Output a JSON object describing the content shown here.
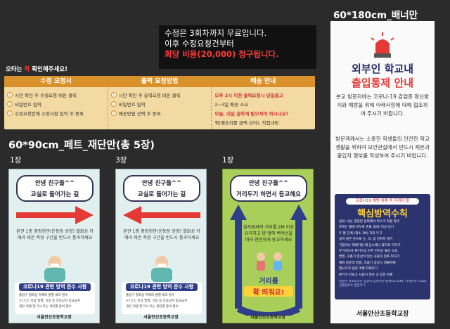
{
  "notice": {
    "line1": "수정은 3회차까지 무료입니다.",
    "line2": "이후 수정요청건부터",
    "line3": "회당 비용(20,000) 청구됩니다."
  },
  "warning": {
    "pre": "오타는 ",
    "key": "꼭",
    "post": " 확인해주세요!"
  },
  "order_strip": {
    "headers": [
      "수정 요청시",
      "출력 요청방법",
      "배송 안내"
    ],
    "col1": [
      "시안 확인 후 수정요청 버튼 클릭",
      "비밀번호 입력",
      "수정요청칸에 수정사항 입력 후 등록"
    ],
    "col2": [
      "시안 확인 후 출력요청 버튼 클릭",
      "비밀번호 입력",
      "배송방법 선택 후 등록"
    ],
    "col3": [
      "오후 2시 이전 출력요청시 당일출고",
      "2~3일 배송 소요",
      "오늘, 내일 급하게 받으셔야 하시나요?",
      "퀵(배송지를 금액 상이), 직접내방"
    ]
  },
  "section": {
    "title": "60*90cm_페트_재단만(총 5장)"
  },
  "posters": [
    {
      "qty": "1장",
      "bubble1": "안녕 친구들^^",
      "bubble2": "교실로 들어가는 길",
      "body": "본관 1층 중앙현관(운동장 방향) 열화상 카메라 체온 측정 구간을 반드시 통과하세요",
      "rule": "코로나19 관련 방역 준수 사항",
      "item1": "출입구 열화상 카메라 발열 체크 필수",
      "item2": "37.5℃ 이상 발열, 기침 등 유증상자 등교금지",
      "item3": "개인 위생 및 마스크는 개인별 준비 필수",
      "school": "서울안산초등학교장"
    },
    {
      "qty": "3장",
      "bubble1": "안녕 친구들^^",
      "bubble2": "교실로 들어가는 길",
      "body": "본관 1층 중앙현관(운동장 방향) 열화상 카메라 체온 측정 구간을 반드시 통과하세요",
      "rule": "코로나19 관련 방역 준수 사항",
      "item1": "출입구 열화상 카메라 발열 체크 필수",
      "item2": "37.5℃ 이상 발열, 기침 등 유증상자 등교금지",
      "item3": "개인 위생 및 마스크는 개인별 준비 필수",
      "school": "서울안산초등학교장"
    },
    {
      "qty": "1장",
      "bubble1": "안녕 친구들^^",
      "bubble2": "거리두기 하면서 등교해요",
      "body": "앞사람과의 거리를 2M 이상 유지하고 양 옆의 벽색선을 따라 안전하게 등교하세요",
      "cta1": "거리를",
      "cta2": "확 띄워요!",
      "school": "서울안산초등학교장"
    }
  ],
  "banner": {
    "label": "60*180cm_배너만",
    "title1": "외부인 학교내",
    "title2": "출입통제 안내",
    "para1": "본교 방문자에는 코로나-19 감염증 확산방지와 예방을 위해 아래사항에 대해 협조하여 주시기 바랍니다.",
    "para2": "방문객께서는 소중한 학생들의 안전한 학교생활을 위하여 보안관실에서 반드시 체온과 출입자 명부를 작성하여 주시기 바랍니다.",
    "subhead": "코로나19 예방 위해 꼭 지켜야 할",
    "core": "핵심방역수칙",
    "rules": [
      "실내 시설, 밀집된 실외에서 마스크 착용 필수",
      "흐르는 물에 비누로 손을 30초 이상 씻기",
      "두 팔 간격 (최소 1M) 거리 두기",
      "씻지 않은 손으로 눈, 코, 입 만지지 않기",
      "기침이나 재채기할 때 옷소매나 휴지로 가리기",
      "주기적으로 환기하고 자주 만지는 물건 소독",
      "발열, 호흡기 증상이 있는 사람과 접촉 피하기",
      "해외 방문력 발열, 호흡기 증상시 외출자제",
      "필요하지 않은 여행 자제하기",
      "환기가 안되고 사람이 많은 곳 방문 자제"
    ],
    "footnote": "발열이 지속되거나 증상이 심해지면 콜센터(1339, 지역번호+120), 선별진료소 방문하기",
    "school": "서울안산초등학교장"
  },
  "colors": {
    "background": "#2b2b2b",
    "strip": "#f3d9a2",
    "strip_head": "#d9922b",
    "red": "#e53935",
    "navy": "#2c3470",
    "poster_bg": "#e1f0ef",
    "green_poster": "#a9cf5a"
  }
}
